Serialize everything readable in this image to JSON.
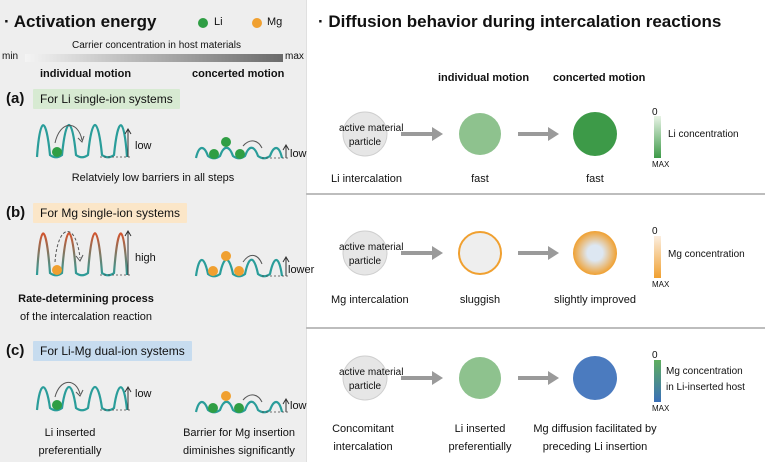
{
  "left_panel": {
    "title": "· Activation energy",
    "legend": {
      "li_label": "Li",
      "mg_label": "Mg",
      "li_color": "#2f9e44",
      "mg_color": "#f0a030"
    },
    "gradient_bar": {
      "caption": "Carrier concentration in host materials",
      "min_label": "min",
      "max_label": "max"
    },
    "col_individual": "individual motion",
    "col_concerted": "concerted motion",
    "rows": [
      {
        "tag": "(a)",
        "label": "For Li single-ion systems",
        "label_bg": "#d7ead2",
        "barrier_individual": "low",
        "barrier_concerted": "low",
        "note": "Relatviely low barriers in all steps"
      },
      {
        "tag": "(b)",
        "label": "For Mg single-ion systems",
        "label_bg": "#fbe6c8",
        "barrier_individual": "high",
        "barrier_concerted": "lower",
        "note_bold": "Rate-determining process",
        "note": "of the intercalation reaction"
      },
      {
        "tag": "(c)",
        "label": "For Li-Mg dual-ion systems",
        "label_bg": "#c7dcef",
        "barrier_individual": "low",
        "barrier_concerted": "low",
        "note_left_1": "Li inserted",
        "note_left_2": "preferentially",
        "note_right_1": "Barrier for Mg insertion",
        "note_right_2": "diminishes significantly"
      }
    ]
  },
  "right_panel": {
    "title": "· Diffusion behavior during intercalation reactions",
    "col_individual": "individual motion",
    "col_concerted": "concerted motion",
    "particle_label_1": "active material",
    "particle_label_2": "particle",
    "rows": [
      {
        "process": "Li intercalation",
        "state1": "fast",
        "state2": "fast",
        "scale_label": "Li concentration",
        "scale_label_2": "",
        "scale_top": "0",
        "scale_bottom": "MAX",
        "colors": {
          "s1": "#8ec28e",
          "s2": "#3d9a48",
          "bar_top": "#e8f3e6",
          "bar_bottom": "#3d9a48"
        }
      },
      {
        "process": "Mg intercalation",
        "state1": "sluggish",
        "state2": "slightly improved",
        "scale_label": "Mg concentration",
        "scale_label_2": "",
        "scale_top": "0",
        "scale_bottom": "MAX",
        "colors": {
          "s1": "#f0a030",
          "s2": "#f0a030",
          "bar_top": "#fbeee0",
          "bar_bottom": "#f0a030"
        }
      },
      {
        "process_1": "Concomitant",
        "process_2": "intercalation",
        "state1_1": "Li inserted",
        "state1_2": "preferentially",
        "state2_1": "Mg diffusion facilitated by",
        "state2_2": "preceding Li insertion",
        "scale_label": "Mg concentration",
        "scale_label_2": "in Li-inserted host",
        "scale_top": "0",
        "scale_bottom": "MAX",
        "colors": {
          "s1": "#8ec28e",
          "s2": "#4b7bbf",
          "bar_top": "#5fae5f",
          "bar_bottom": "#3a6fb8"
        }
      }
    ]
  }
}
